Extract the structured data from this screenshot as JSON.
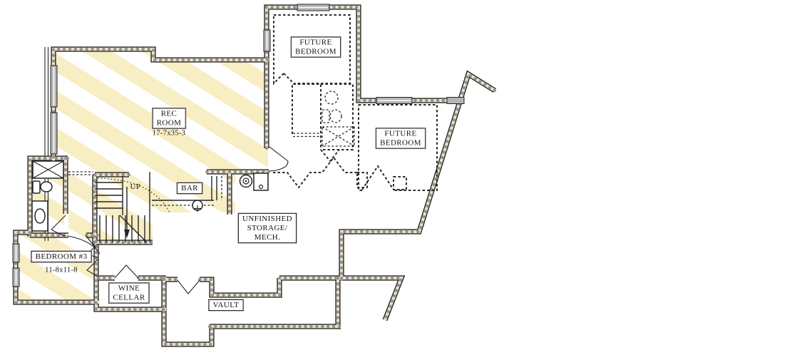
{
  "plan": {
    "colors": {
      "finished_highlight": "#f8eec3",
      "wall_fill": "#eae4d6",
      "window_fill": "#b5b5b5",
      "line": "#242424"
    },
    "rooms": {
      "future_bedroom_top": {
        "line1": "FUTURE",
        "line2": "BEDROOM"
      },
      "rec_room": {
        "line1": "REC",
        "line2": "ROOM",
        "dims": "17-7x35-3"
      },
      "future_bedroom_right": {
        "line1": "FUTURE",
        "line2": "BEDROOM"
      },
      "bar": {
        "line1": "BAR"
      },
      "unfinished_storage": {
        "line1": "UNFINISHED",
        "line2": "STORAGE/",
        "line3": "MECH."
      },
      "bedroom_3": {
        "line1": "BEDROOM #3",
        "dims": "11-8x11-8"
      },
      "wine_cellar": {
        "line1": "WINE",
        "line2": "CELLAR"
      },
      "vault": {
        "line1": "VAULT"
      },
      "stairs": {
        "direction": "UP"
      }
    }
  }
}
